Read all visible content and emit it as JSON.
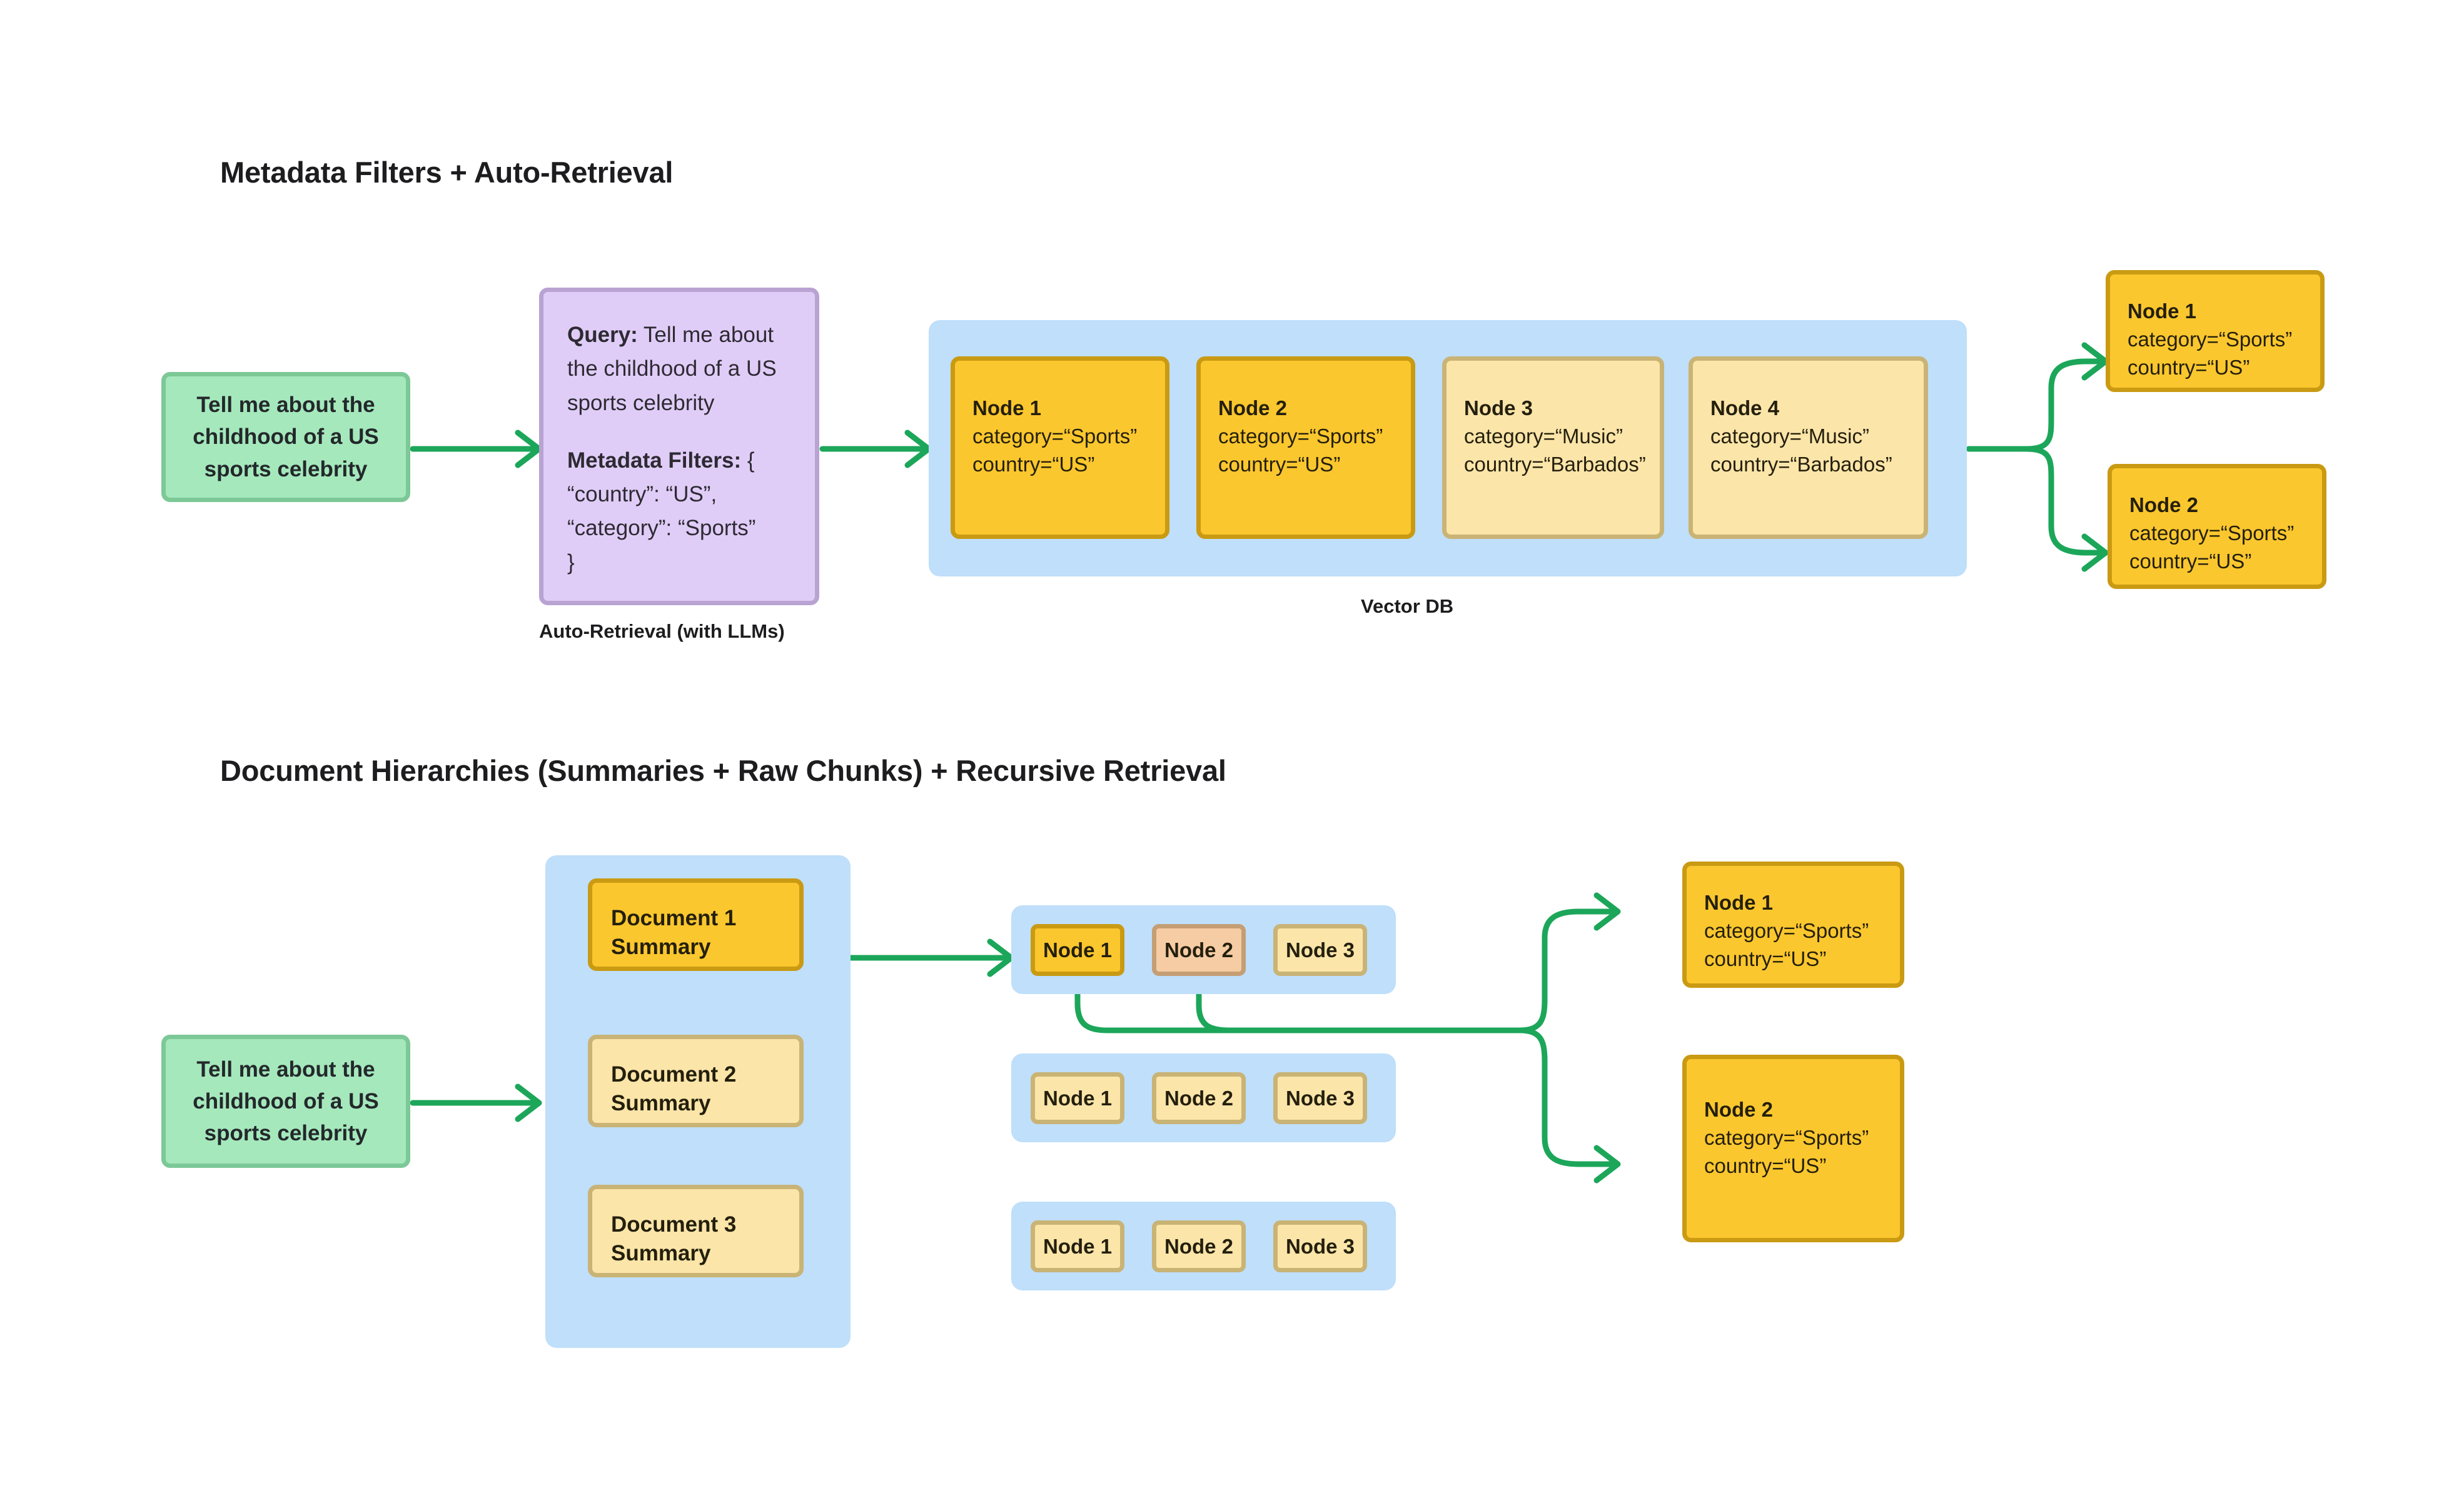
{
  "sections": [
    {
      "title": "Metadata Filters + Auto-Retrieval",
      "query_box": {
        "line1": "Tell me about the",
        "line2": "childhood of a US",
        "line3": "sports celebrity"
      },
      "auto_retrieval": {
        "caption": "Auto-Retrieval (with LLMs)",
        "query_label": "Query:",
        "query_text": " Tell me about",
        "query_line2": "the childhood of a US",
        "query_line3": "sports celebrity",
        "filters_label": "Metadata Filters:",
        "filters_open": " {",
        "filters_line1": "“country”: “US”,",
        "filters_line2": "“category”: “Sports”",
        "filters_close": "}"
      },
      "vector_db": {
        "caption": "Vector DB",
        "nodes": [
          {
            "title": "Node 1",
            "category": "category=“Sports”",
            "country": "country=“US”",
            "style": "gold"
          },
          {
            "title": "Node 2",
            "category": "category=“Sports”",
            "country": "country=“US”",
            "style": "gold"
          },
          {
            "title": "Node 3",
            "category": "category=“Music”",
            "country": "country=“Barbados”",
            "style": "pale"
          },
          {
            "title": "Node 4",
            "category": "category=“Music”",
            "country": "country=“Barbados”",
            "style": "pale"
          }
        ]
      },
      "results": [
        {
          "title": "Node 1",
          "category": "category=“Sports”",
          "country": "country=“US”"
        },
        {
          "title": "Node 2",
          "category": "category=“Sports”",
          "country": "country=“US”"
        }
      ]
    },
    {
      "title": "Document Hierarchies (Summaries + Raw Chunks) + Recursive Retrieval",
      "query_box": {
        "line1": "Tell me about the",
        "line2": "childhood of a US",
        "line3": "sports celebrity"
      },
      "documents": [
        {
          "line1": "Document 1",
          "line2": "Summary",
          "style": "gold"
        },
        {
          "line1": "Document 2",
          "line2": "Summary",
          "style": "pale"
        },
        {
          "line1": "Document 3",
          "line2": "Summary",
          "style": "pale"
        }
      ],
      "chunk_rows": [
        {
          "chunks": [
            {
              "label": "Node 1",
              "style": "gold"
            },
            {
              "label": "Node 2",
              "style": "salmon"
            },
            {
              "label": "Node 3",
              "style": "pale"
            }
          ]
        },
        {
          "chunks": [
            {
              "label": "Node 1",
              "style": "pale"
            },
            {
              "label": "Node 2",
              "style": "pale"
            },
            {
              "label": "Node 3",
              "style": "pale"
            }
          ]
        },
        {
          "chunks": [
            {
              "label": "Node 1",
              "style": "pale"
            },
            {
              "label": "Node 2",
              "style": "pale"
            },
            {
              "label": "Node 3",
              "style": "pale"
            }
          ]
        }
      ],
      "results": [
        {
          "title": "Node 1",
          "category": "category=“Sports”",
          "country": "country=“US”"
        },
        {
          "title": "Node 2",
          "category": "category=“Sports”",
          "country": "country=“US”"
        }
      ]
    }
  ],
  "colors": {
    "arrow_green": "#1CA65A",
    "gold": "#FBC72E",
    "gold_border": "#C99A12",
    "pale_yellow": "#FBE5A9",
    "pale_border": "#C9B375",
    "salmon": "#F6CCA4",
    "salmon_border": "#C59E74",
    "blue_container": "#BFDFFA",
    "green_card": "#A5E8BC",
    "green_card_border": "#7CC896",
    "purple_card": "#E0CDF7",
    "purple_card_border": "#B9A3D2",
    "text_dark": "#1d1d1f"
  }
}
